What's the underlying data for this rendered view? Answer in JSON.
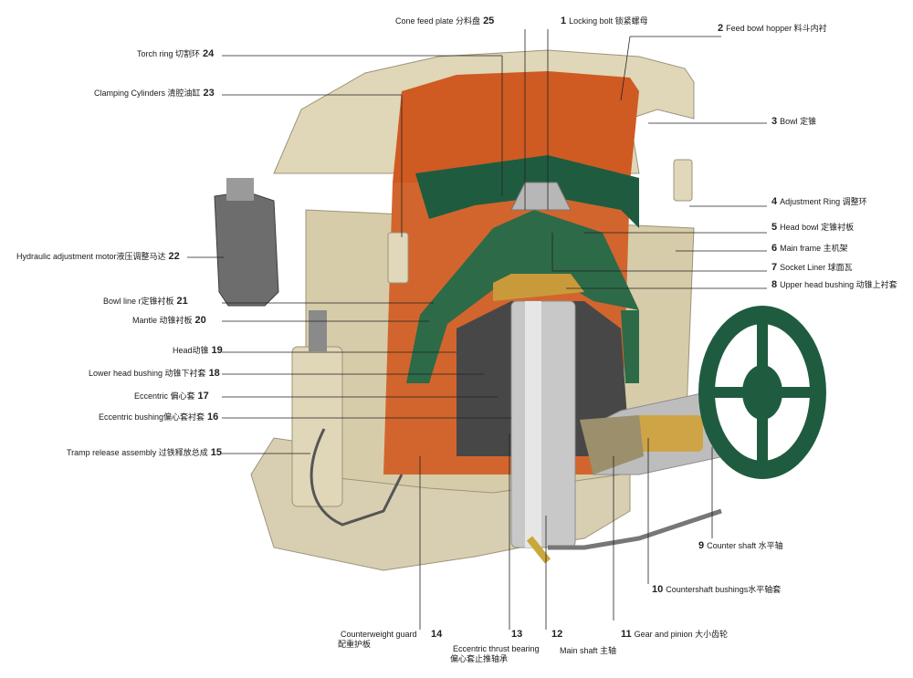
{
  "callouts": [
    {
      "num": "1",
      "text": "Locking bolt 锁紧螺母"
    },
    {
      "num": "2",
      "text": "Feed bowl hopper 料斗内衬"
    },
    {
      "num": "3",
      "text": "Bowl 定锥"
    },
    {
      "num": "4",
      "text": "Adjustment Ring 调整环"
    },
    {
      "num": "5",
      "text": "Head bowl 定锥衬板"
    },
    {
      "num": "6",
      "text": "Main frame 主机架"
    },
    {
      "num": "7",
      "text": "Socket Liner 球面瓦"
    },
    {
      "num": "8",
      "text": "Upper head bushing 动锥上衬套"
    },
    {
      "num": "9",
      "text": "Counter shaft 水平轴"
    },
    {
      "num": "10",
      "text": "Countershaft bushings水平轴套"
    },
    {
      "num": "11",
      "text": "Gear and pinion 大小齿轮"
    },
    {
      "num": "12",
      "text": "Main shaft 主轴"
    },
    {
      "num": "13",
      "text": "Eccentric thrust bearing 偏心套止推轴承"
    },
    {
      "num": "14",
      "text": "Counterweight guard 配重护板"
    },
    {
      "num": "15",
      "text": "Tramp release assembly 过铁释放总成"
    },
    {
      "num": "16",
      "text": "Eccentric bushing偏心套衬套"
    },
    {
      "num": "17",
      "text": "Eccentric 偏心套"
    },
    {
      "num": "18",
      "text": "Lower head bushing 动锥下衬套"
    },
    {
      "num": "19",
      "text": "Head动锥"
    },
    {
      "num": "20",
      "text": "Mantle 动锥衬板"
    },
    {
      "num": "21",
      "text": "Bowl line r定锥衬板"
    },
    {
      "num": "22",
      "text": "Hydraulic adjustment motor液压调整马达"
    },
    {
      "num": "23",
      "text": "Clamping Cylinders 清腔油缸"
    },
    {
      "num": "24",
      "text": "Torch ring 切割环"
    },
    {
      "num": "25",
      "text": "Cone feed plate 分料盘"
    }
  ]
}
